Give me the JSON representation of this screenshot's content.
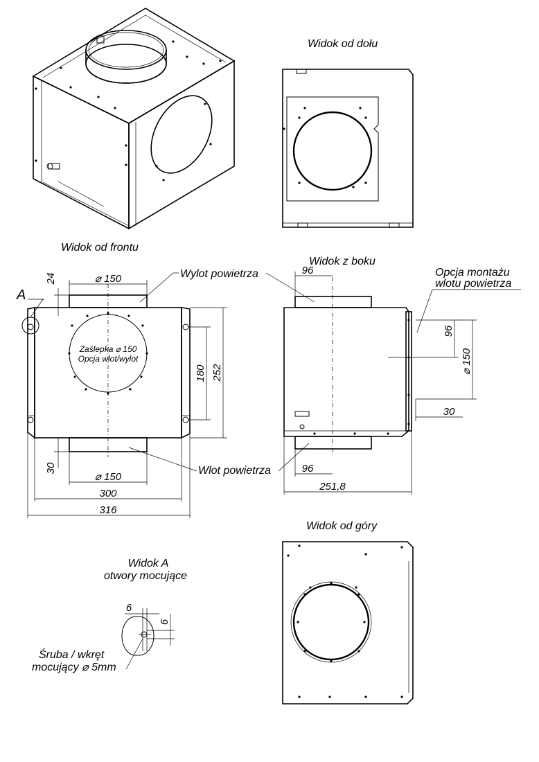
{
  "views": {
    "bottom": "Widok od dołu",
    "front": "Widok od frontu",
    "side": "Widok z boku",
    "top": "Widok od góry",
    "detail_title": "Widok A",
    "detail_subtitle": "otwory mocujące"
  },
  "labels": {
    "detail_marker": "A",
    "outlet": "Wylot powietrza",
    "inlet": "Wlot powietrza",
    "option_line1": "Opcja montażu",
    "option_line2": "wlotu powietrza",
    "plug_line1": "Zaślepka ⌀ 150",
    "plug_line2": "Opcja wlot/wylot",
    "screw_line1": "Śruba / wkręt",
    "screw_line2": "mocujący ⌀ 5mm",
    "outlet_side": "Wylot powietrza",
    "inlet_side": "Wlot powietrza"
  },
  "dimensions": {
    "front_top_height": "24",
    "front_top_dia": "⌀ 150",
    "front_inner_h": "180",
    "front_total_h": "252",
    "front_bottom_height": "30",
    "front_bottom_dia": "⌀ 150",
    "front_width_inner": "300",
    "front_width_total": "316",
    "side_top": "96",
    "side_bottom": "96",
    "side_right_96": "96",
    "side_right_dia": "⌀ 150",
    "side_right_30": "30",
    "side_width": "251,8",
    "detail_w": "6",
    "detail_h": "6"
  }
}
